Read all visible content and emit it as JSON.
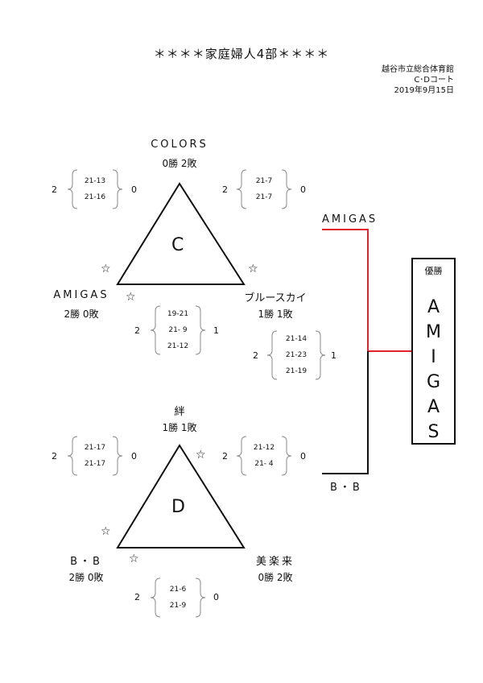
{
  "header": {
    "title": "＊＊＊＊家庭婦人4部＊＊＊＊",
    "venue_line1": "越谷市立総合体育館",
    "venue_line2": "C･Dコート",
    "date": "2019年9月15日"
  },
  "group_c": {
    "letter": "C",
    "top_team": {
      "name": "COLORS",
      "record": "0勝 2敗"
    },
    "left_team": {
      "name": "AMIGAS",
      "record": "2勝 0敗"
    },
    "right_team": {
      "name": "ブルースカイ",
      "record": "1勝 1敗"
    },
    "match_left": {
      "left_sets": "2",
      "right_sets": "0",
      "scores": [
        "21-13",
        "21-16"
      ]
    },
    "match_right": {
      "left_sets": "2",
      "right_sets": "0",
      "scores": [
        "21-7",
        "21-7"
      ]
    },
    "match_bottom": {
      "left_sets": "2",
      "right_sets": "1",
      "scores": [
        "19-21",
        "21- 9",
        "21-12"
      ]
    }
  },
  "group_d": {
    "letter": "D",
    "top_team": {
      "name": "絆",
      "record": "1勝 1敗"
    },
    "left_team": {
      "name": "B・B",
      "record": "2勝 0敗"
    },
    "right_team": {
      "name": "美楽来",
      "record": "0勝 2敗"
    },
    "match_left": {
      "left_sets": "2",
      "right_sets": "0",
      "scores": [
        "21-17",
        "21-17"
      ]
    },
    "match_right": {
      "left_sets": "2",
      "right_sets": "0",
      "scores": [
        "21-12",
        "21- 4"
      ]
    },
    "match_bottom": {
      "left_sets": "2",
      "right_sets": "0",
      "scores": [
        "21-6",
        "21-9"
      ]
    }
  },
  "final": {
    "top_team": "AMIGAS",
    "bottom_team": "B・B",
    "left_sets": "2",
    "right_sets": "1",
    "scores": [
      "21-14",
      "21-23",
      "21-19"
    ]
  },
  "champion": {
    "label": "優勝",
    "letters": [
      "A",
      "M",
      "I",
      "G",
      "A",
      "S"
    ]
  },
  "star": "☆",
  "colors": {
    "winner_line": "#e0242a",
    "line": "#111111",
    "brace": "#888888"
  }
}
